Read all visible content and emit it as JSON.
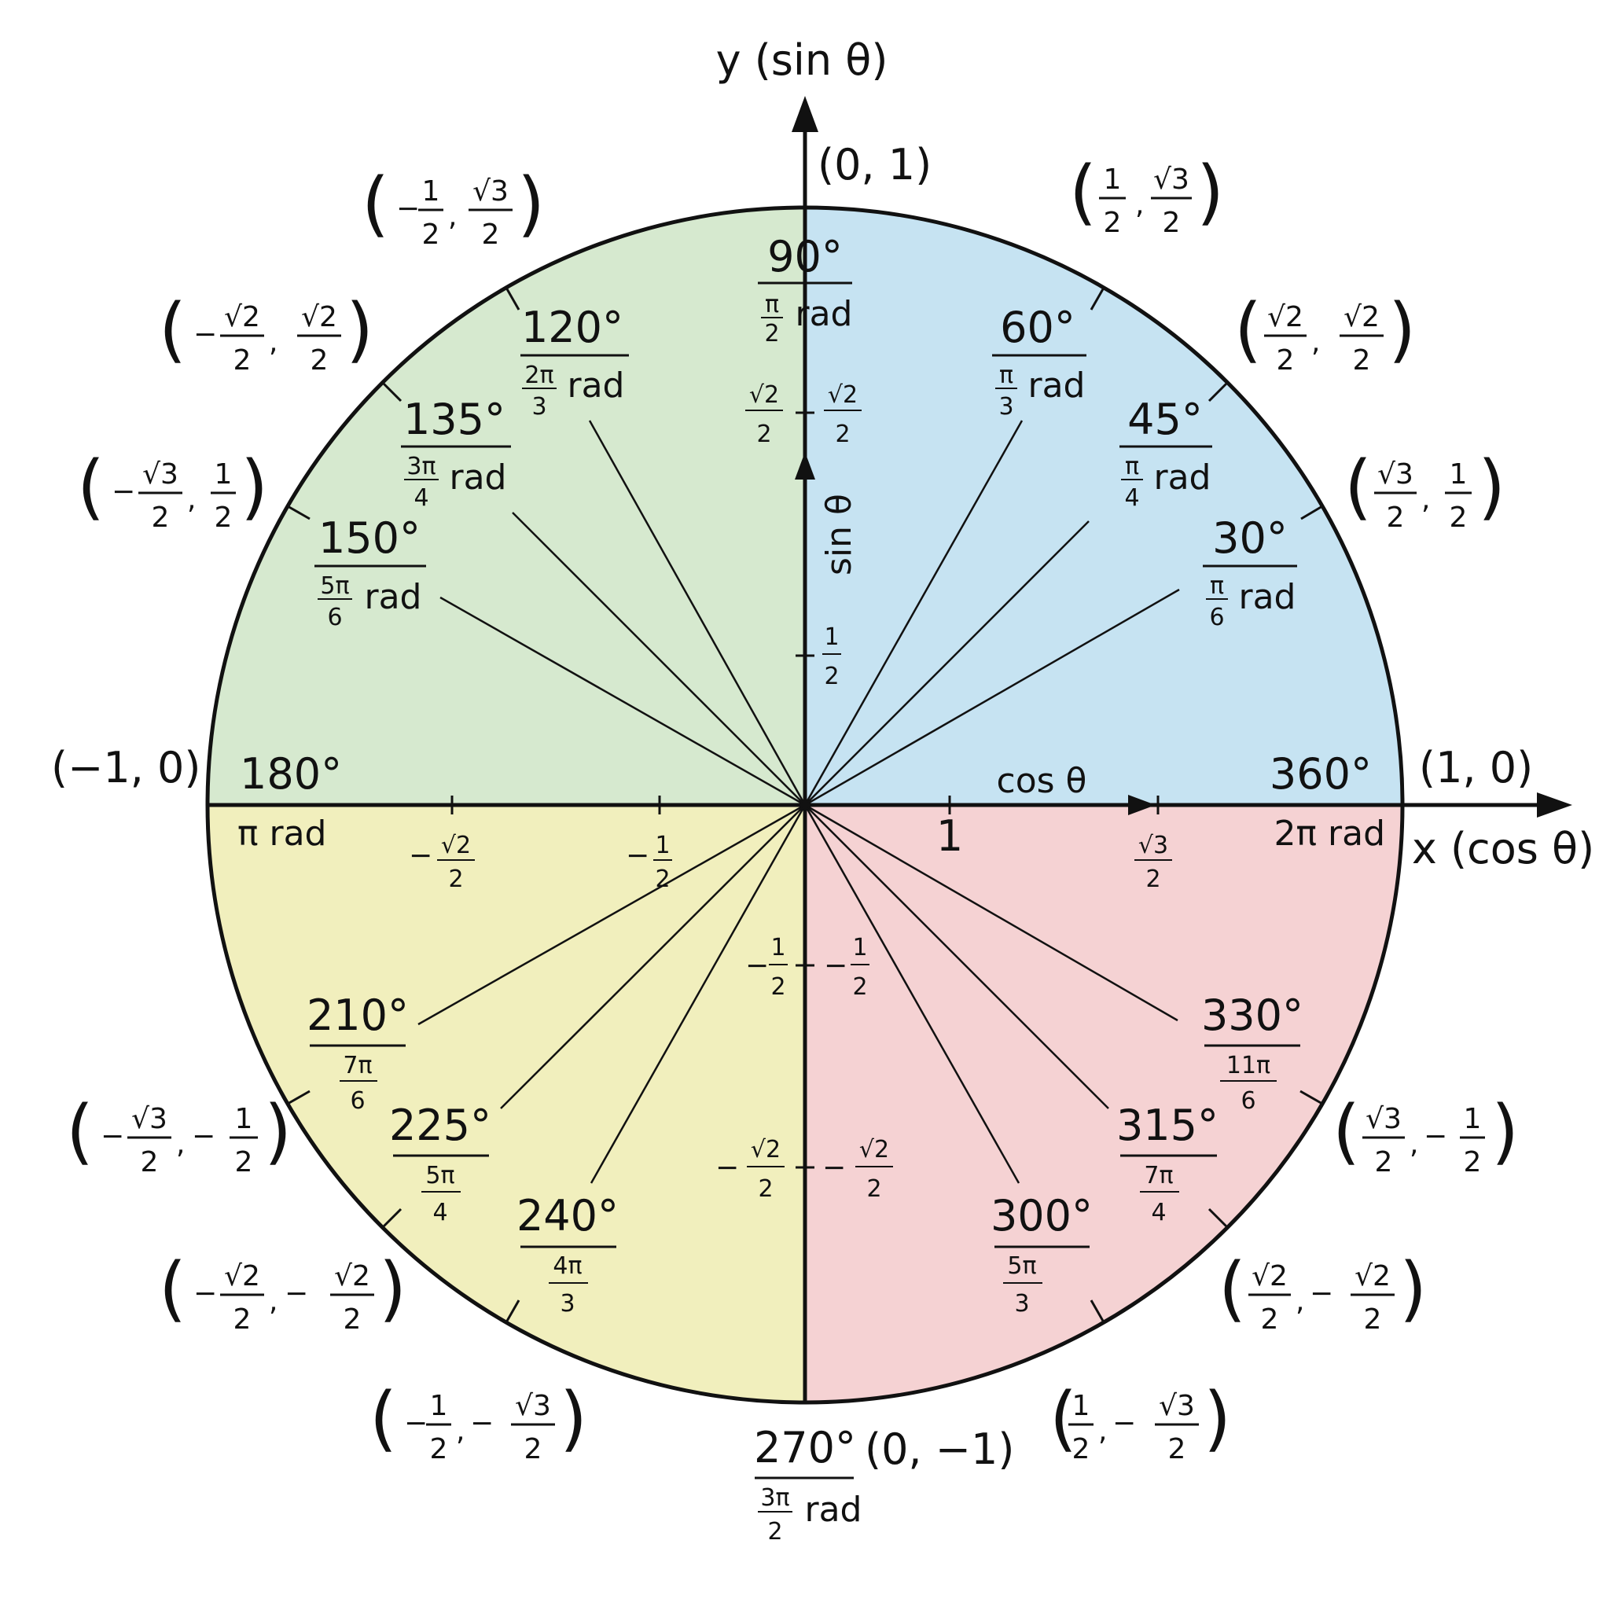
{
  "chart_data": {
    "type": "diagram",
    "title": "Unit Circle",
    "axes": {
      "x_label": "x (cos θ)",
      "y_label": "y (sin θ)",
      "x_inner_label": "cos θ",
      "y_inner_label": "sin θ"
    },
    "quadrant_colors": {
      "q1": "#c6e3f2",
      "q2": "#d6e9cf",
      "q3": "#f1efbd",
      "q4": "#f5d2d3"
    },
    "axis_points": [
      {
        "id": "p0",
        "coord": "(1, 0)"
      },
      {
        "id": "p90",
        "coord": "(0, 1)"
      },
      {
        "id": "p180",
        "coord": "(−1, 0)"
      },
      {
        "id": "p270",
        "coord": "(0, −1)"
      }
    ],
    "angles": [
      {
        "deg": "30°",
        "rad_num": "π",
        "rad_den": "6",
        "rad_unit": "rad",
        "x_num": "√3",
        "x_den": "2",
        "x_sign": "",
        "y_num": "1",
        "y_den": "2",
        "y_sign": ""
      },
      {
        "deg": "45°",
        "rad_num": "π",
        "rad_den": "4",
        "rad_unit": "rad",
        "x_num": "√2",
        "x_den": "2",
        "x_sign": "",
        "y_num": "√2",
        "y_den": "2",
        "y_sign": ""
      },
      {
        "deg": "60°",
        "rad_num": "π",
        "rad_den": "3",
        "rad_unit": "rad",
        "x_num": "1",
        "x_den": "2",
        "x_sign": "",
        "y_num": "√3",
        "y_den": "2",
        "y_sign": ""
      },
      {
        "deg": "90°",
        "rad_num": "π",
        "rad_den": "2",
        "rad_unit": "rad"
      },
      {
        "deg": "120°",
        "rad_num": "2π",
        "rad_den": "3",
        "rad_unit": "rad",
        "x_num": "1",
        "x_den": "2",
        "x_sign": "−",
        "y_num": "√3",
        "y_den": "2",
        "y_sign": ""
      },
      {
        "deg": "135°",
        "rad_num": "3π",
        "rad_den": "4",
        "rad_unit": "rad",
        "x_num": "√2",
        "x_den": "2",
        "x_sign": "−",
        "y_num": "√2",
        "y_den": "2",
        "y_sign": ""
      },
      {
        "deg": "150°",
        "rad_num": "5π",
        "rad_den": "6",
        "rad_unit": "rad",
        "x_num": "√3",
        "x_den": "2",
        "x_sign": "−",
        "y_num": "1",
        "y_den": "2",
        "y_sign": ""
      },
      {
        "deg": "180°",
        "rad_text": "π rad"
      },
      {
        "deg": "210°",
        "rad_num": "7π",
        "rad_den": "6",
        "rad_unit": "",
        "x_num": "√3",
        "x_den": "2",
        "x_sign": "−",
        "y_num": "1",
        "y_den": "2",
        "y_sign": "−"
      },
      {
        "deg": "225°",
        "rad_num": "5π",
        "rad_den": "4",
        "rad_unit": "",
        "x_num": "√2",
        "x_den": "2",
        "x_sign": "−",
        "y_num": "√2",
        "y_den": "2",
        "y_sign": "−"
      },
      {
        "deg": "240°",
        "rad_num": "4π",
        "rad_den": "3",
        "rad_unit": "",
        "x_num": "1",
        "x_den": "2",
        "x_sign": "−",
        "y_num": "√3",
        "y_den": "2",
        "y_sign": "−"
      },
      {
        "deg": "270°",
        "rad_num": "3π",
        "rad_den": "2",
        "rad_unit": "rad"
      },
      {
        "deg": "300°",
        "rad_num": "5π",
        "rad_den": "3",
        "rad_unit": "",
        "x_num": "1",
        "x_den": "2",
        "x_sign": "",
        "y_num": "√3",
        "y_den": "2",
        "y_sign": "−"
      },
      {
        "deg": "315°",
        "rad_num": "7π",
        "rad_den": "4",
        "rad_unit": "",
        "x_num": "√2",
        "x_den": "2",
        "x_sign": "",
        "y_num": "√2",
        "y_den": "2",
        "y_sign": "−"
      },
      {
        "deg": "330°",
        "rad_num": "11π",
        "rad_den": "6",
        "rad_unit": "",
        "x_num": "√3",
        "x_den": "2",
        "x_sign": "",
        "y_num": "1",
        "y_den": "2",
        "y_sign": "−"
      },
      {
        "deg": "360°",
        "rad_text": "2π rad"
      }
    ],
    "x_axis_ticks": [
      {
        "label_sign": "−",
        "label_num": "√2",
        "label_den": "2"
      },
      {
        "label_sign": "−",
        "label_num": "1",
        "label_den": "2"
      },
      {
        "label": "1"
      },
      {
        "label_sign": "",
        "label_num": "√3",
        "label_den": "2"
      }
    ],
    "y_axis_ticks": [
      {
        "label_num": "√2",
        "label_den": "2",
        "label_sign": ""
      },
      {
        "label_num": "1",
        "label_den": "2",
        "label_sign": ""
      },
      {
        "label_num": "1",
        "label_den": "2",
        "label_sign": "−"
      },
      {
        "label_num": "√2",
        "label_den": "2",
        "label_sign": "−"
      }
    ]
  }
}
